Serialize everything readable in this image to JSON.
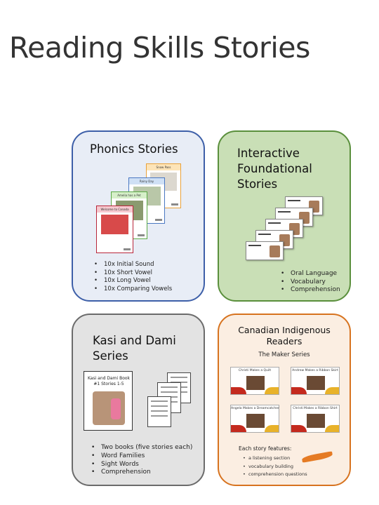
{
  "page": {
    "title": "Reading Skills Stories"
  },
  "cards": {
    "phonics": {
      "title": "Phonics Stories",
      "books": [
        "Welcome to Canada",
        "Amelia has a Pet",
        "Rainy Day",
        "Snow Pass"
      ],
      "bullets": [
        "10x Initial Sound",
        "10x Short Vowel",
        "10x Long Vowel",
        "10x Comparing Vowels"
      ]
    },
    "interactive": {
      "title_lines": [
        "Interactive",
        "Foundational",
        "Stories"
      ],
      "bullets": [
        "Oral Language",
        "Vocabulary",
        "Comprehension"
      ]
    },
    "kasi": {
      "title_lines": [
        "Kasi and Dami",
        "Series"
      ],
      "book_title": "Kasi and Dami Book #1 Stories 1-5",
      "bullets": [
        "Two books (five stories each)",
        "Word Families",
        "Sight Words",
        "Comprehension"
      ]
    },
    "indigenous": {
      "title_lines": [
        "Canadian Indigenous",
        "Readers"
      ],
      "subtitle": "The Maker Series",
      "slides": [
        "Christi Makes a Quilt",
        "Andrew Makes a Ribbon Skirt",
        "Angela Makes a Dreamcatcher",
        "Christi Makes a Ribbon Shirt"
      ],
      "features_heading": "Each story features:",
      "features": [
        "a listening section",
        "vocabulary building",
        "comprehension questions"
      ]
    }
  },
  "colors": {
    "phonics_border": "#3d5fa8",
    "interactive_border": "#5a8f3c",
    "kasi_border": "#6b6b6b",
    "indigenous_border": "#d7731f"
  },
  "icons": {
    "feather": "feather-icon"
  }
}
